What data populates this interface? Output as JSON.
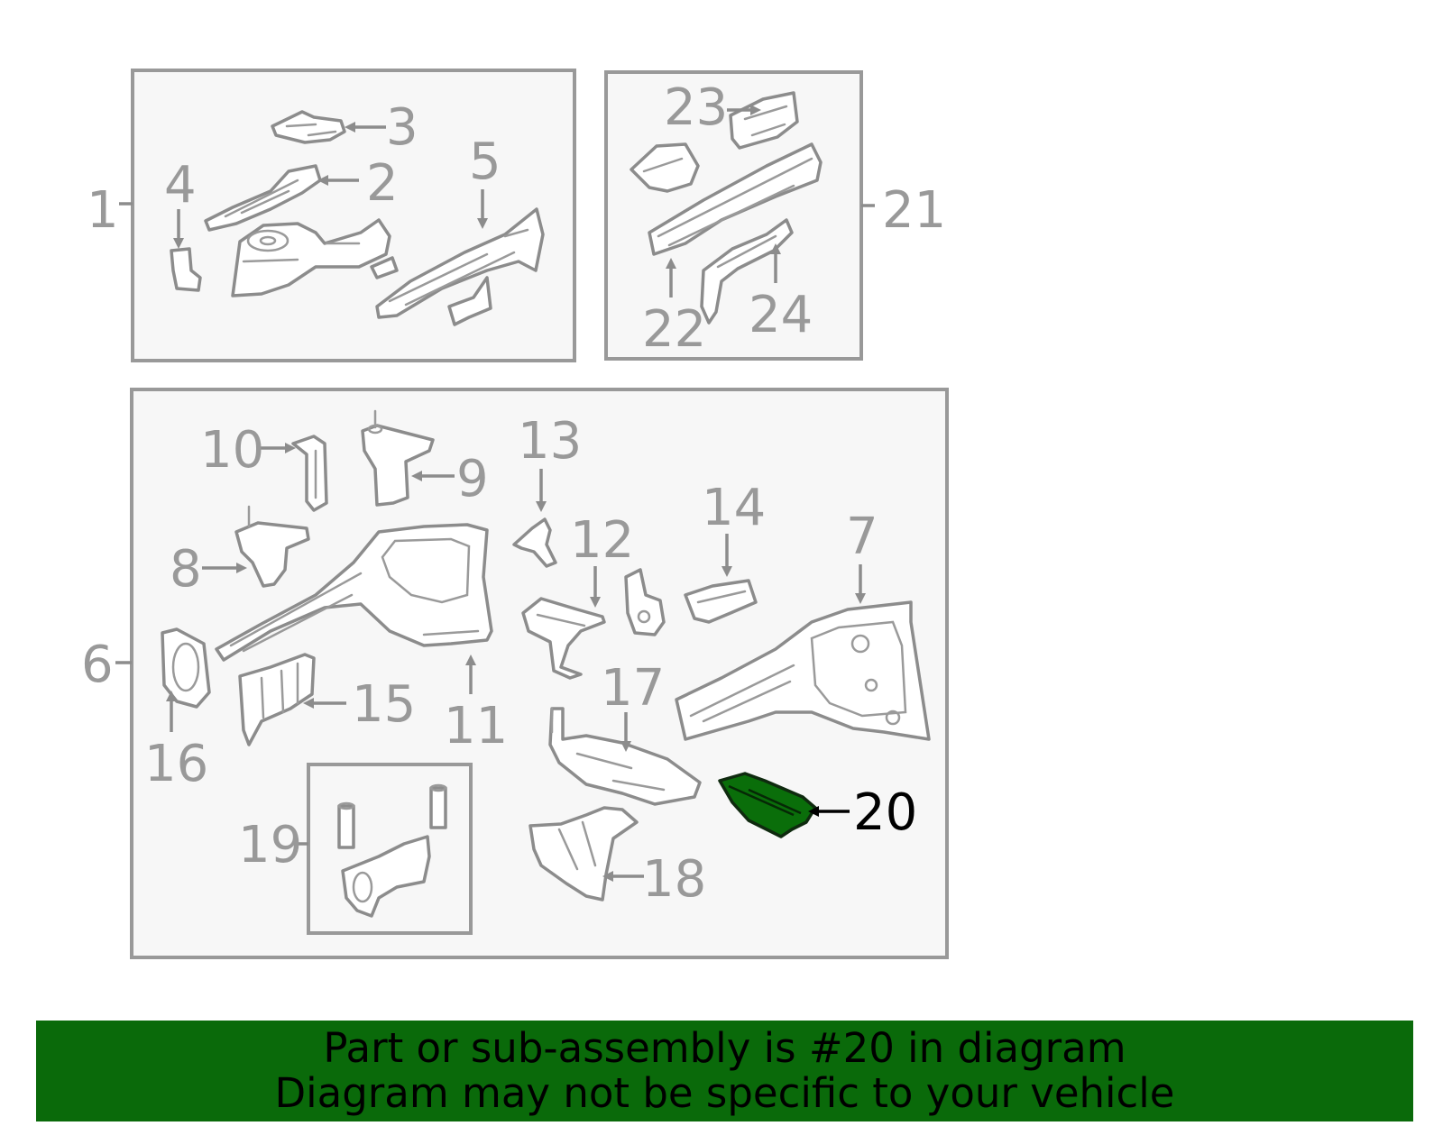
{
  "callouts": {
    "c1": "1",
    "c2": "2",
    "c3": "3",
    "c4": "4",
    "c5": "5",
    "c6": "6",
    "c7": "7",
    "c8": "8",
    "c9": "9",
    "c10": "10",
    "c11": "11",
    "c12": "12",
    "c13": "13",
    "c14": "14",
    "c15": "15",
    "c16": "16",
    "c17": "17",
    "c18": "18",
    "c19": "19",
    "c20": "20",
    "c21": "21",
    "c22": "22",
    "c23": "23",
    "c24": "24"
  },
  "highlighted_part": "20",
  "colors": {
    "highlight": "#0a6e0a",
    "banner_background": "#0a6a0a",
    "line_gray": "#999999",
    "box_fill": "#f7f7f7"
  },
  "banner": {
    "line1": "Part or sub-assembly is #20 in diagram",
    "line2": "Diagram may not be specific to your vehicle"
  }
}
